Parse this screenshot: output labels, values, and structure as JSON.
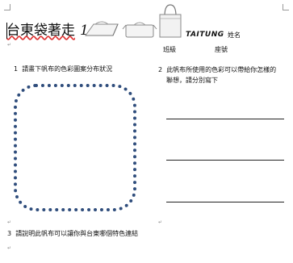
{
  "header": {
    "title_text": "台東袋著走",
    "title_number": "1",
    "brand": "TAITUNG",
    "name_label": "姓名",
    "class_label": "班級",
    "seat_label": "座號"
  },
  "questions": [
    {
      "number": "1",
      "text": "請畫下帆布的色彩圖案分布狀況"
    },
    {
      "number": "2",
      "line1": "此帆布所使用的色彩可以帶給你怎樣的",
      "line2": "聯想，請分別寫下"
    },
    {
      "number": "3",
      "text": "請說明此帆布可以讓你與台東哪個特色連結"
    }
  ],
  "icons": [
    "bag-icon",
    "bag-icon",
    "tote-bag-icon"
  ],
  "colors": {
    "dotted_frame": "#2f4d7c",
    "spellcheck": "#dd3333"
  }
}
